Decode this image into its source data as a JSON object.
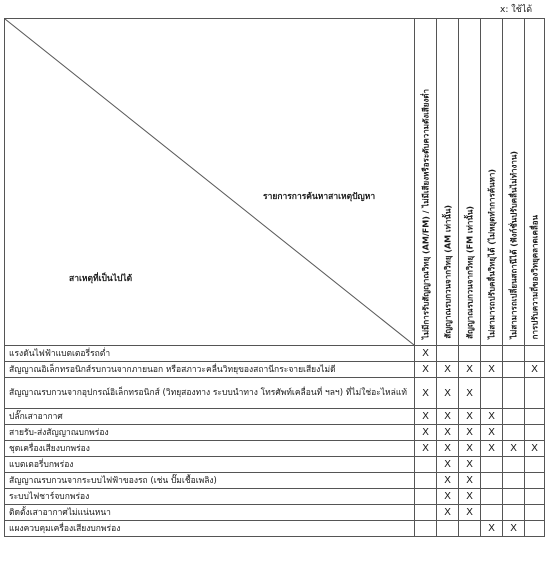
{
  "legend": "x: ใช้ได้",
  "header": {
    "top_right_label": "รายการการค้นหาสาเหตุปัญหา",
    "bottom_left_label": "สาเหตุที่เป็นไปได้",
    "columns": [
      "ไม่มีการรับสัญญาณวิทยุ (AM/FM) / ไม่มีเสียงหรือระดับความดังเสียงต่ำ",
      "สัญญาณรบกวนจากวิทยุ (AM เท่านั้น)",
      "สัญญาณรบกวนจากวิทยุ (FM เท่านั้น)",
      "ไม่สามารถปรับคลื่นวิทยุได้ (ไม่หยุดทำการค้นหา)",
      "ไม่สามารถเปลี่ยนสถานีได้ (ฟังก์ชั่นปรับคลื่นไม่ทำงาน)",
      "การปรับความถี่ของวิทยุคลาดเคลื่อน"
    ]
  },
  "rows": [
    {
      "label": "แรงดันไฟฟ้าแบตเตอรี่รถต่ำ",
      "marks": [
        "X",
        "",
        "",
        "",
        "",
        ""
      ]
    },
    {
      "label": "สัญญาณอิเล็กทรอนิกส์รบกวนจากภายนอก หรือสภาวะคลื่นวิทยุของสถานีกระจายเสียงไม่ดี",
      "marks": [
        "X",
        "X",
        "X",
        "X",
        "",
        "X"
      ]
    },
    {
      "label": "สัญญาณรบกวนจากอุปกรณ์อิเล็กทรอนิกส์ (วิทยุสองทาง ระบบนำทาง โทรศัพท์เคลื่อนที่ ฯลฯ) ที่ไม่ใช่อะไหล่แท้",
      "marks": [
        "X",
        "X",
        "X",
        "",
        "",
        ""
      ],
      "tall": true
    },
    {
      "label": "ปลั๊กเสาอากาศ",
      "marks": [
        "X",
        "X",
        "X",
        "X",
        "",
        ""
      ]
    },
    {
      "label": "สายรับ-ส่งสัญญาณบกพร่อง",
      "marks": [
        "X",
        "X",
        "X",
        "X",
        "",
        ""
      ]
    },
    {
      "label": "ชุดเครื่องเสียงบกพร่อง",
      "marks": [
        "X",
        "X",
        "X",
        "X",
        "X",
        "X"
      ]
    },
    {
      "label": "แบตเตอรี่บกพร่อง",
      "marks": [
        "",
        "X",
        "X",
        "",
        "",
        ""
      ]
    },
    {
      "label": "สัญญาณรบกวนจากระบบไฟฟ้าของรถ (เช่น ปั๊มเชื้อเพลิง)",
      "marks": [
        "",
        "X",
        "X",
        "",
        "",
        ""
      ]
    },
    {
      "label": "ระบบไฟชาร์จบกพร่อง",
      "marks": [
        "",
        "X",
        "X",
        "",
        "",
        ""
      ]
    },
    {
      "label": "ติดตั้งเสาอากาศไม่แน่นหนา",
      "marks": [
        "",
        "X",
        "X",
        "",
        "",
        ""
      ]
    },
    {
      "label": "แผงควบคุมเครื่องเสียงบกพร่อง",
      "marks": [
        "",
        "",
        "",
        "X",
        "X",
        ""
      ]
    }
  ]
}
